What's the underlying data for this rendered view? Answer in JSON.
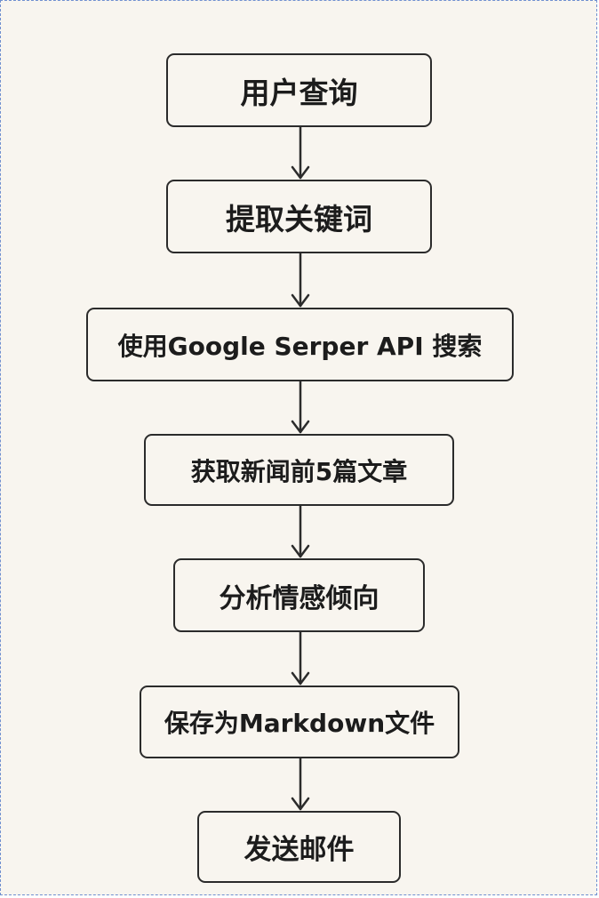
{
  "flowchart": {
    "steps": [
      {
        "label": "用户查询"
      },
      {
        "label": "提取关键词"
      },
      {
        "label": "使用Google Serper API 搜索"
      },
      {
        "label": "获取新闻前5篇文章"
      },
      {
        "label": "分析情感倾向"
      },
      {
        "label": "保存为Markdown文件"
      },
      {
        "label": "发送邮件"
      }
    ]
  }
}
